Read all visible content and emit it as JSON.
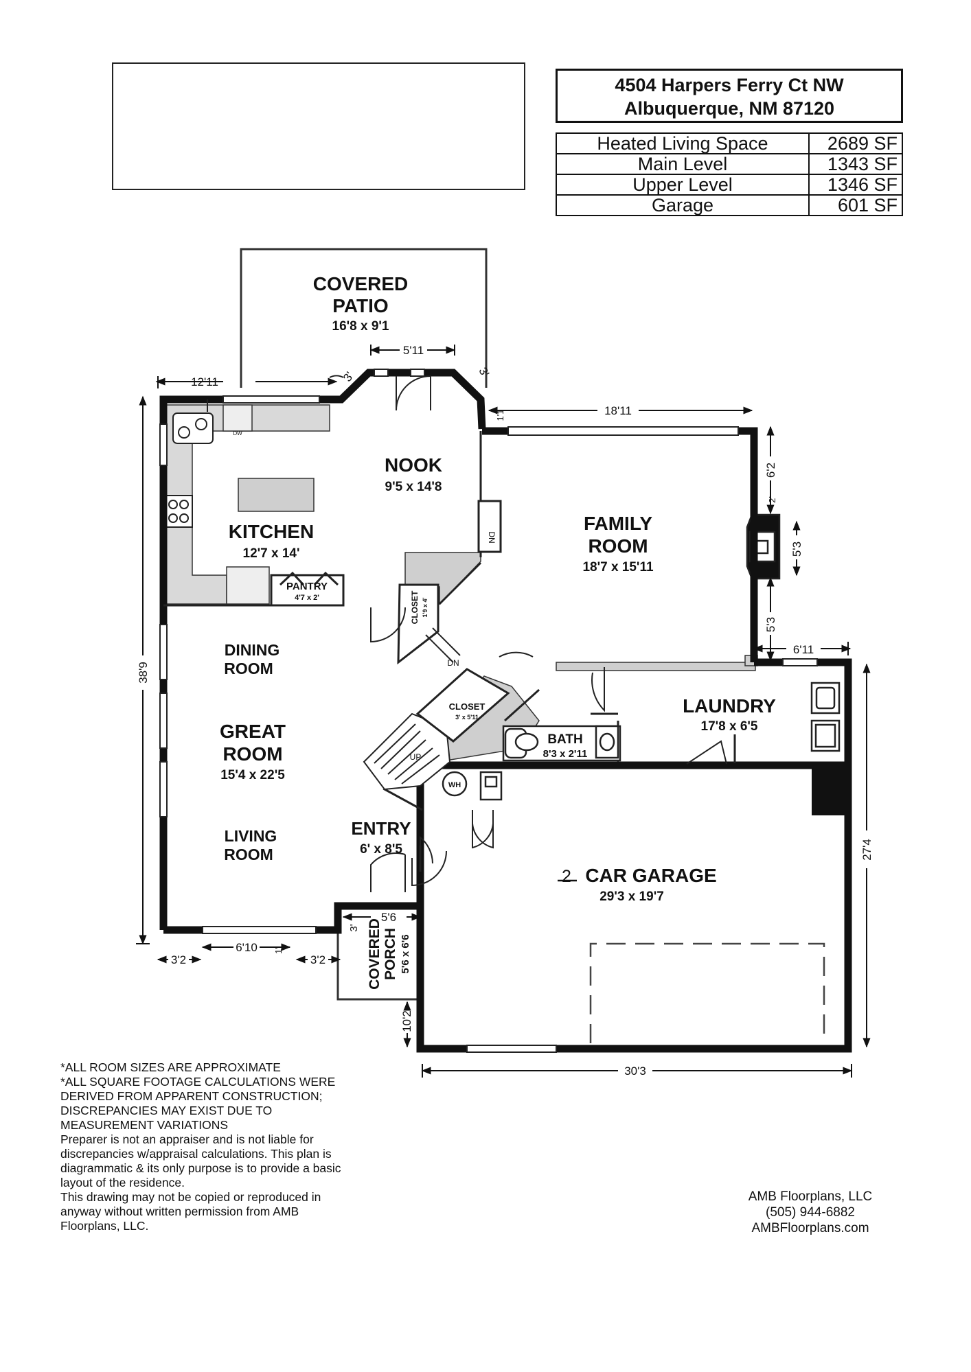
{
  "header": {
    "address_line1": "4504 Harpers Ferry Ct NW",
    "address_line2": "Albuquerque, NM 87120"
  },
  "areas": [
    {
      "label": "Heated Living Space",
      "value": "2689 SF"
    },
    {
      "label": "Main Level",
      "value": "1343 SF"
    },
    {
      "label": "Upper Level",
      "value": "1346 SF"
    },
    {
      "label": "Garage",
      "value": "601 SF"
    }
  ],
  "rooms": {
    "covered_patio": {
      "name_1": "COVERED",
      "name_2": "PATIO",
      "size": "16'8 x 9'1"
    },
    "nook": {
      "name": "NOOK",
      "size": "9'5 x 14'8"
    },
    "kitchen": {
      "name": "KITCHEN",
      "size": "12'7 x 14'"
    },
    "pantry": {
      "name": "PANTRY",
      "size": "4'7 x 2'"
    },
    "family_room": {
      "name_1": "FAMILY",
      "name_2": "ROOM",
      "size": "18'7 x 15'11"
    },
    "closet_small": {
      "name": "CLOSET",
      "size": "1'9 x 4'"
    },
    "dining_room": {
      "name_1": "DINING",
      "name_2": "ROOM"
    },
    "great_room": {
      "name_1": "GREAT",
      "name_2": "ROOM",
      "size": "15'4 x 22'5"
    },
    "living_room": {
      "name_1": "LIVING",
      "name_2": "ROOM"
    },
    "closet": {
      "name": "CLOSET",
      "size": "3' x 5'11"
    },
    "bath": {
      "name": "BATH",
      "size": "8'3 x 2'11"
    },
    "laundry": {
      "name": "LAUNDRY",
      "size": "17'8 x 6'5"
    },
    "entry": {
      "name": "ENTRY",
      "size": "6' x 8'5"
    },
    "garage": {
      "number": "2",
      "name": "CAR GARAGE",
      "size": "29'3 x 19'7"
    },
    "covered_porch": {
      "name_1": "COVERED",
      "name_2": "PORCH",
      "size": "5'6 x 6'6"
    }
  },
  "fixtures": {
    "dishwasher": "DW",
    "water_heater": "WH",
    "stairs_down": "DN",
    "stairs_up": "UP"
  },
  "dimensions": {
    "d_12_11": "12'11",
    "d_5_11": "5'11",
    "d_3_a": "3'",
    "d_3_b": "3'",
    "d_1_1": "1'1",
    "d_18_11": "18'11",
    "d_6_2": "6'2",
    "d_2": "2'",
    "d_5_3_a": "5'3",
    "d_5_3_b": "5'3",
    "d_6_11": "6'11",
    "d_38_9": "38'9",
    "d_27_4": "27'4",
    "d_6_10": "6'10",
    "d_1_ft": "1'",
    "d_3_2_a": "3'2",
    "d_3_2_b": "3'2",
    "d_5_6": "5'6",
    "d_3_c": "3'",
    "d_10_2": "10'2",
    "d_30_3": "30'3"
  },
  "notes": [
    "*ALL ROOM SIZES ARE APPROXIMATE",
    "*ALL SQUARE FOOTAGE CALCULATIONS WERE\nDERIVED FROM APPARENT CONSTRUCTION;\nDISCREPANCIES MAY EXIST DUE TO\nMEASUREMENT VARIATIONS",
    "Preparer is not an appraiser and is not liable for\ndiscrepancies w/appraisal calculations.  This plan is\ndiagrammatic & its only purpose is to provide a basic\nlayout of the residence.",
    "This drawing may not be copied or reproduced in\nanyway without written permission from AMB\nFloorplans, LLC."
  ],
  "company": {
    "name": "AMB Floorplans, LLC",
    "phone": "(505) 944-6882",
    "website": "AMBFloorplans.com"
  }
}
